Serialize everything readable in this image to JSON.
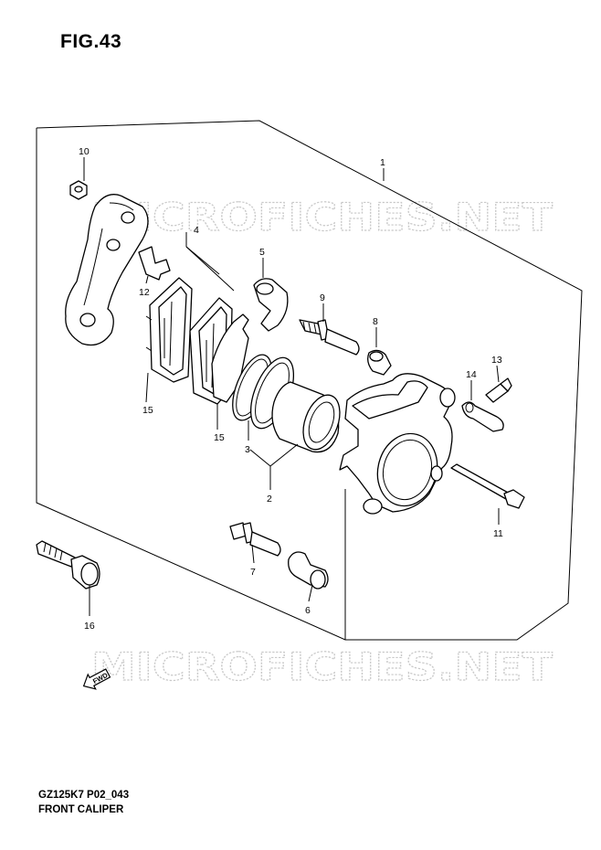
{
  "figure": {
    "title": "FIG.43"
  },
  "watermarks": [
    "MICROFICHES.NET",
    "MICROFICHES.NET"
  ],
  "fwd_label": "FWD",
  "callouts": [
    "1",
    "2",
    "3",
    "4",
    "5",
    "6",
    "7",
    "8",
    "9",
    "10",
    "11",
    "12",
    "13",
    "14",
    "15",
    "15",
    "16"
  ],
  "footer": {
    "code": "GZ125K7 P02_043",
    "name": "FRONT CALIPER"
  }
}
